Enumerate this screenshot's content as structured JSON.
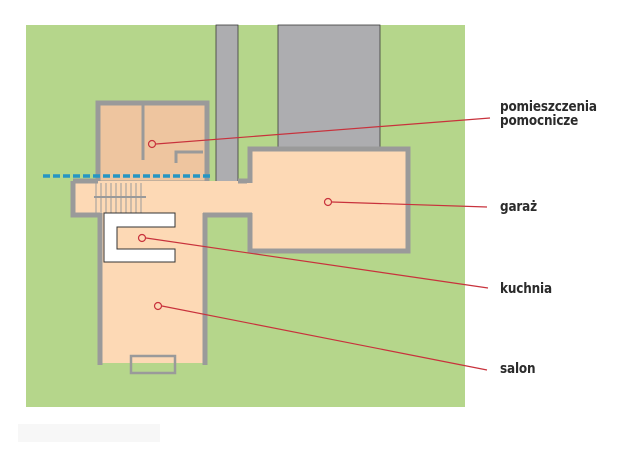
{
  "diagram": {
    "type": "floor-plan",
    "colors": {
      "lawn": "#b5d68b",
      "room_main": "#fdd9b5",
      "room_aux": "#eec59f",
      "wall": "#9a9a9a",
      "paving": "#adadb0",
      "leader_line": "#c8323c",
      "dashed_line": "#2596c4",
      "text": "#2b2b2b"
    },
    "labels": [
      {
        "id": "pomieszczenia",
        "line1": "pomieszczenia",
        "line2": "pomocnicze"
      },
      {
        "id": "garaz",
        "text": "garaż"
      },
      {
        "id": "kuchnia",
        "text": "kuchnia"
      },
      {
        "id": "salon",
        "text": "salon"
      }
    ]
  }
}
